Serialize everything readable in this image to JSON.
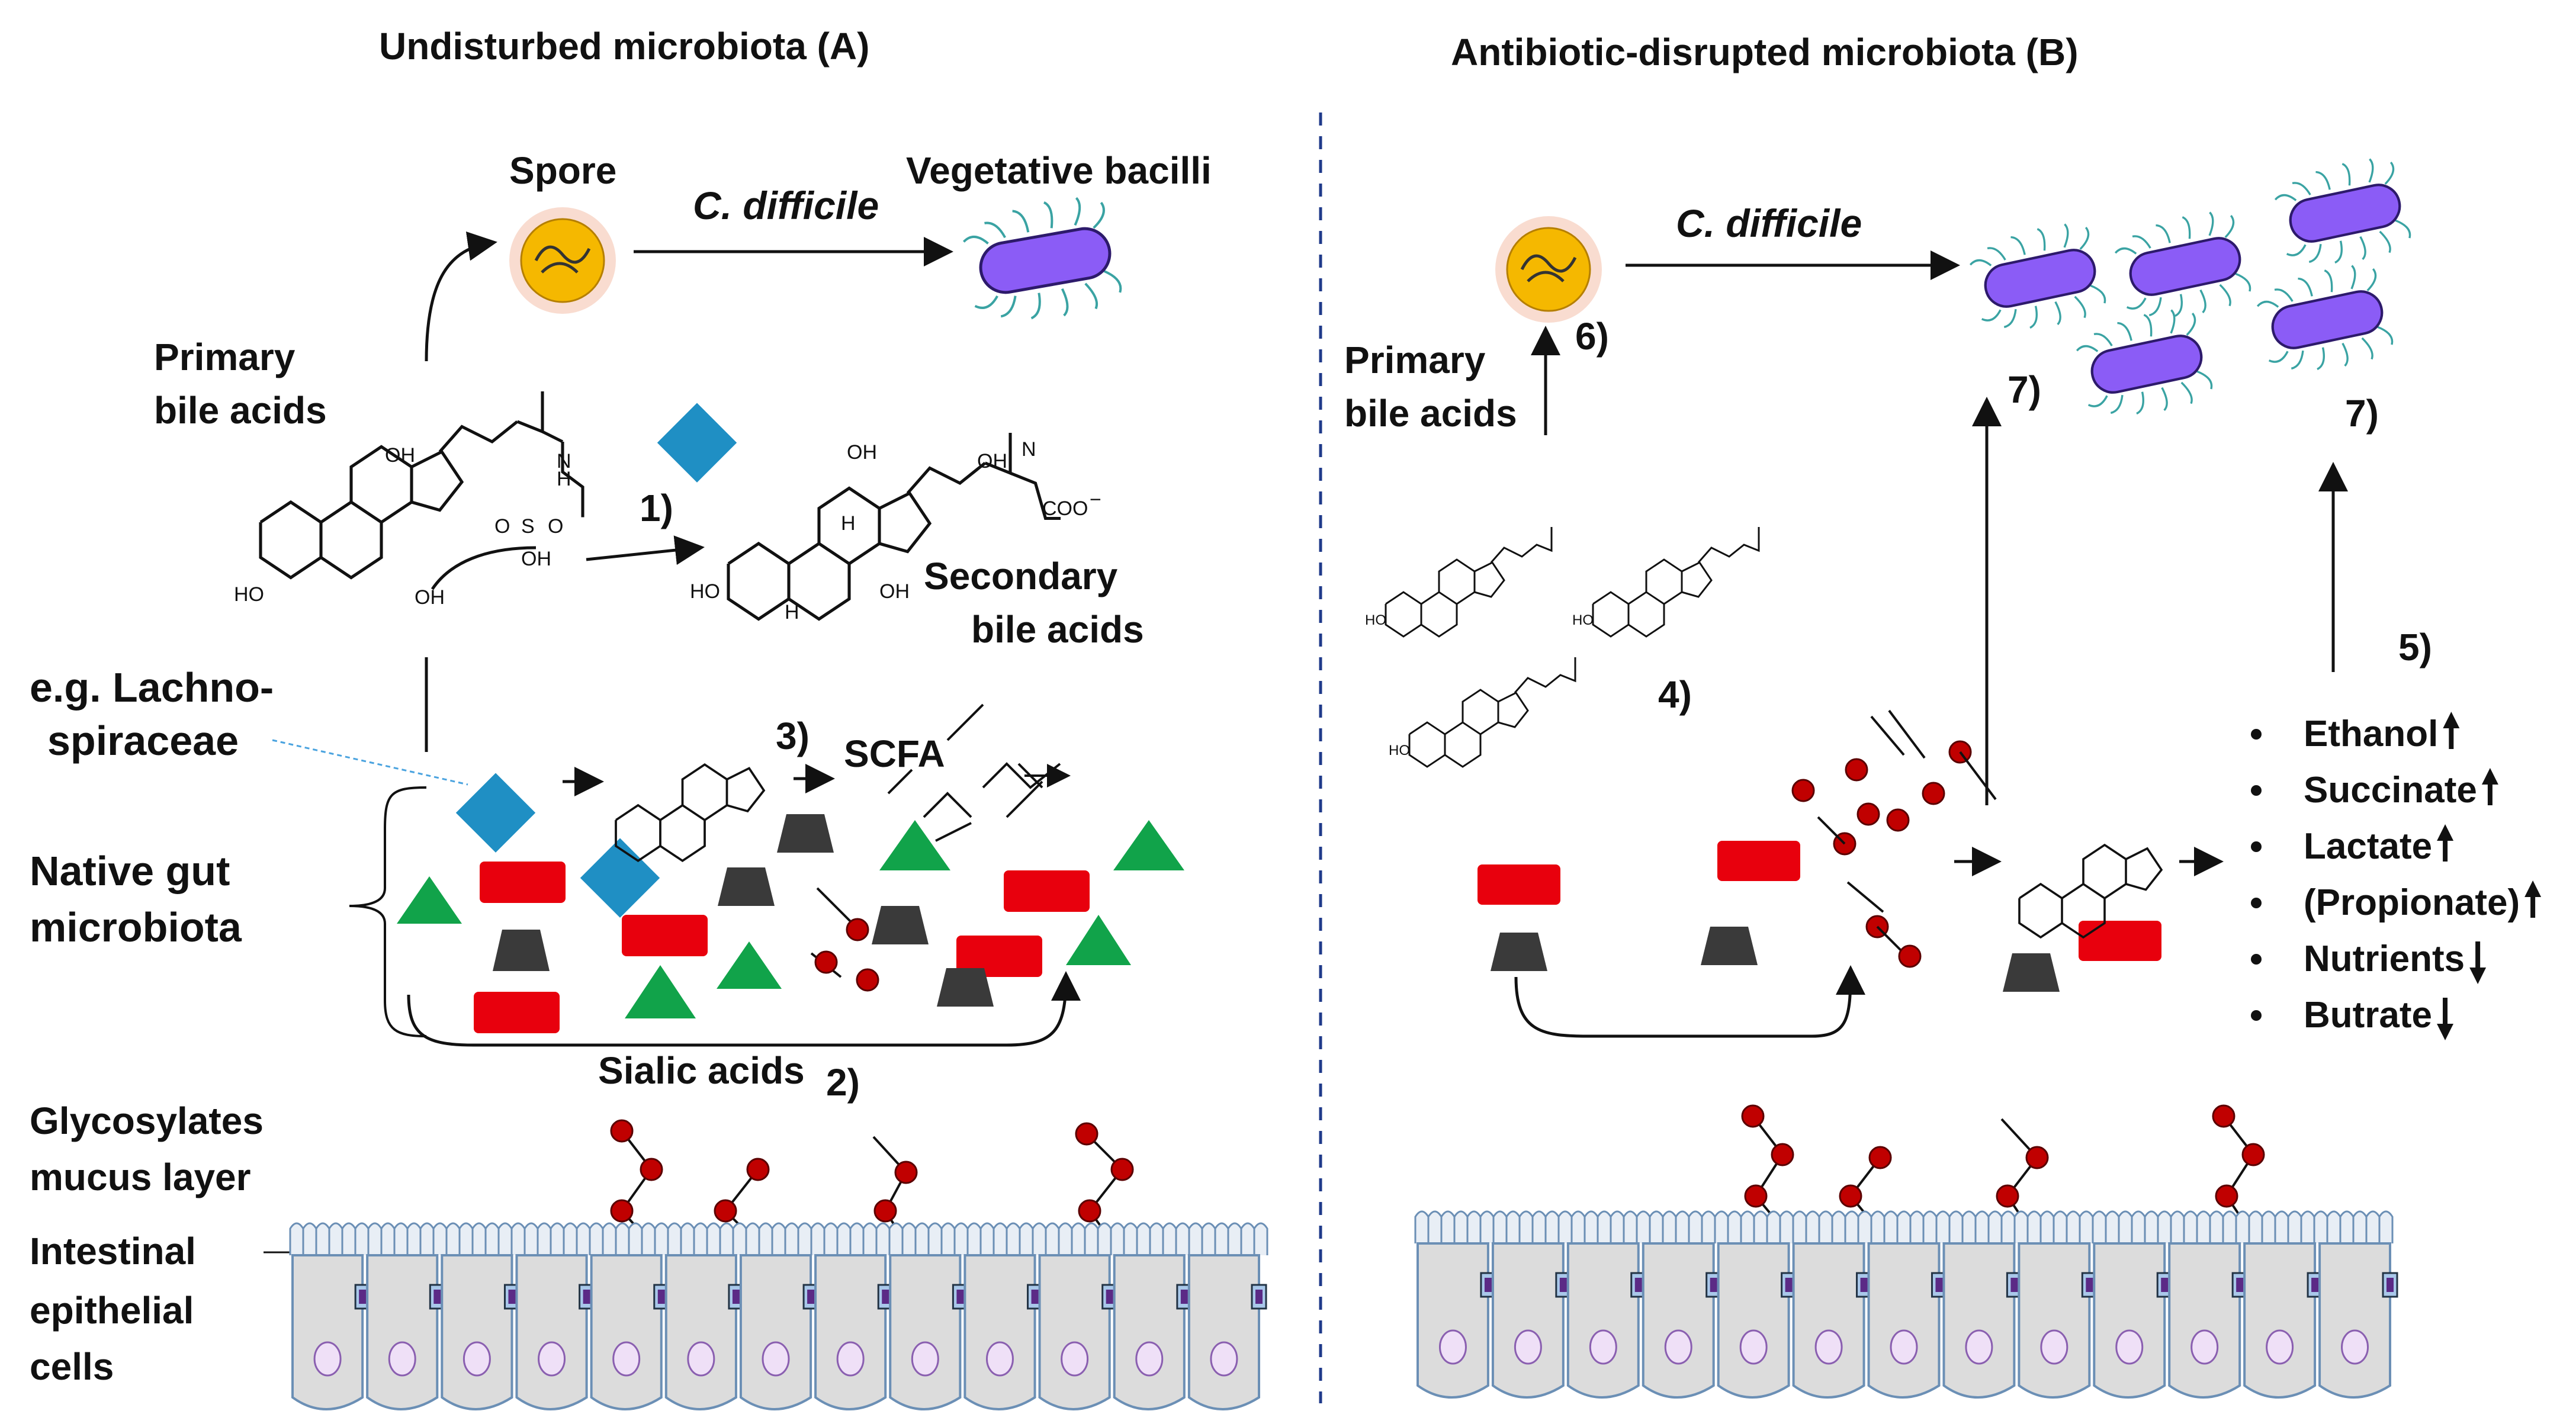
{
  "titles": {
    "panel_a": "Undisturbed microbiota (A)",
    "panel_b": "Antibiotic-disrupted microbiota (B)"
  },
  "panel_a": {
    "spore": "Spore",
    "c_difficile": "C. difficile",
    "vegetative": "Vegetative bacilli",
    "primary_line1": "Primary",
    "primary_line2": "bile acids",
    "secondary_line1": "Secondary",
    "secondary_line2": "bile acids",
    "eg_line1": "e.g. Lachno-",
    "eg_line2": "spiraceae",
    "native_line1": "Native gut",
    "native_line2": "microbiota",
    "scfa": "SCFA",
    "sialic": "Sialic acids",
    "glyco_line1": "Glycosylates",
    "glyco_line2": "mucus layer",
    "epi_line1": "Intestinal",
    "epi_line2": "epithelial",
    "epi_line3": "cells",
    "step1": "1)",
    "step2": "2)",
    "step3": "3)"
  },
  "panel_b": {
    "c_difficile": "C. difficile",
    "primary_line1": "Primary",
    "primary_line2": "bile acids",
    "step4": "4)",
    "step5": "5)",
    "step6": "6)",
    "step7a": "7)",
    "step7b": "7)",
    "list": [
      "Ethanol",
      "Succinate",
      "Lactate",
      "(Propionate)",
      "Nutrients",
      "Butrate"
    ],
    "trend": [
      "up",
      "up",
      "up",
      "up",
      "down",
      "down"
    ]
  },
  "chem": {
    "oh": "OH",
    "ho": "HO",
    "h": "H",
    "nh": "N",
    "h_sub": "H",
    "s": "S",
    "o": "O",
    "coo": "COO",
    "minus": "−"
  },
  "colors": {
    "blue": "#1f8fc4",
    "red": "#e8000d",
    "green": "#11a34a",
    "grey": "#3a3a3a",
    "sugar": "#c00000",
    "bacillus": "#8b5cf6",
    "spore": "#f5b800",
    "cell": "#dcdcdc",
    "cell_line": "#6b8fb5",
    "divider": "#1f3a8a"
  }
}
